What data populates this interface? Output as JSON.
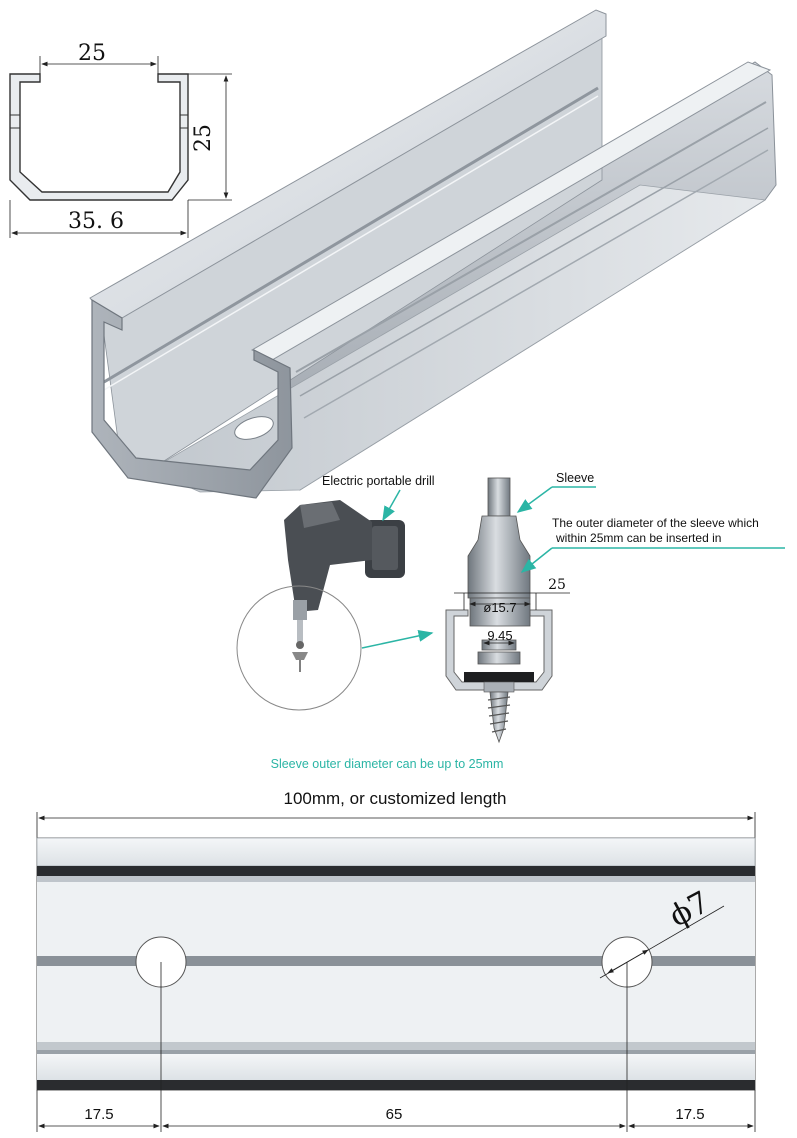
{
  "cross_section": {
    "opening_width": "25",
    "height": "25",
    "outer_width": "35. 6"
  },
  "callouts": {
    "drill_label": "Electric portable drill",
    "sleeve_label": "Sleeve",
    "sleeve_note_line1": "The outer diameter of the sleeve which",
    "sleeve_note_line2": "within 25mm can be inserted in",
    "sleeve_diameter": "ø15.7",
    "channel_width": "25",
    "washer_width": "9.45",
    "caption": "Sleeve outer diameter can be up to 25mm"
  },
  "bottom_view": {
    "length_label": "100mm, or customized length",
    "hole_diameter": "ϕ7",
    "dim_left": "17.5",
    "dim_middle": "65",
    "dim_right": "17.5"
  },
  "colors": {
    "accent_teal": "#2bb5a5",
    "metal_light": "#e4e8ec",
    "metal_mid": "#b9c0c7",
    "metal_dark": "#7d858d",
    "line": "#222222"
  }
}
